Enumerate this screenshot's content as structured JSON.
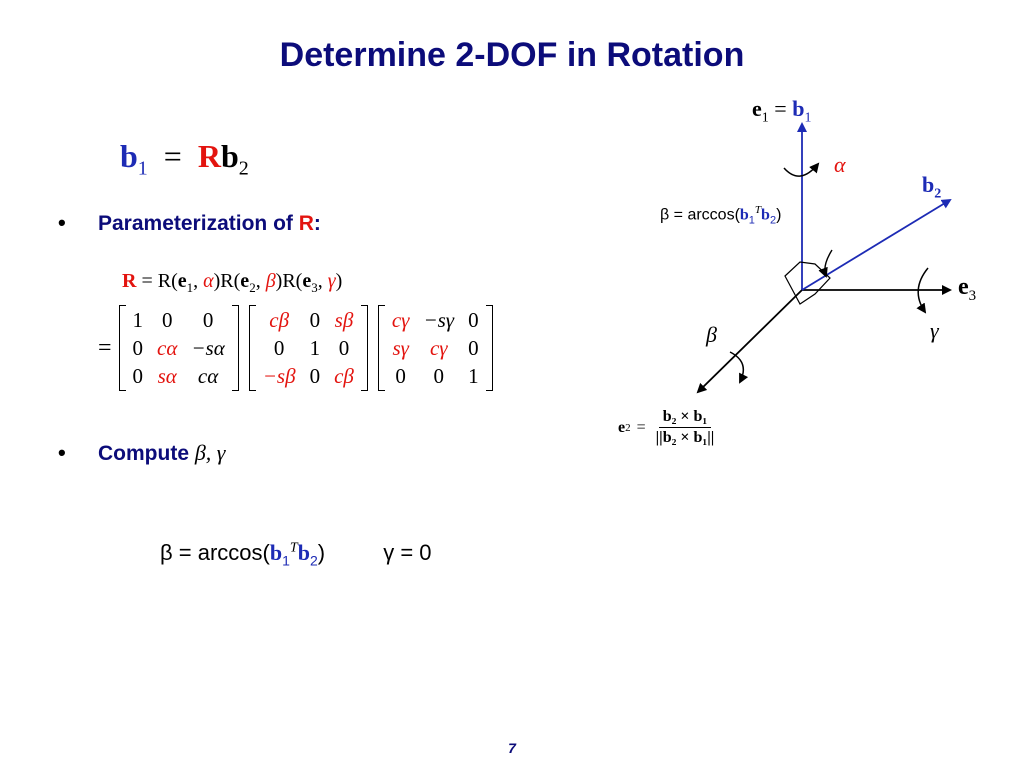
{
  "title": "Determine 2-DOF in Rotation",
  "eq_main": {
    "b1": "b",
    "sub1": "1",
    "eq": "=",
    "R": "R",
    "b2": "b",
    "sub2": "2"
  },
  "bullets": [
    {
      "pre": "Parameterization of ",
      "highlight": "R",
      "post": ":"
    },
    {
      "pre": "Compute ",
      "math": "β, γ"
    }
  ],
  "r_equation": {
    "lhs": "R",
    "rhs_parts": [
      "R(",
      "e",
      "1",
      ", ",
      "α",
      ")R(",
      "e",
      "2",
      ", ",
      "β",
      ")R(",
      "e",
      "3",
      ", ",
      "γ",
      ")"
    ]
  },
  "matrices": [
    [
      [
        "1",
        "0",
        "0"
      ],
      [
        "0",
        "cα",
        "−sα"
      ],
      [
        "0",
        "sα",
        "cα"
      ]
    ],
    [
      [
        "cβ",
        "0",
        "sβ"
      ],
      [
        "0",
        "1",
        "0"
      ],
      [
        "−sβ",
        "0",
        "cβ"
      ]
    ],
    [
      [
        "cγ",
        "−sγ",
        "0"
      ],
      [
        "sγ",
        "cγ",
        "0"
      ],
      [
        "0",
        "0",
        "1"
      ]
    ]
  ],
  "result": {
    "beta_lhs": "β = arccos(",
    "b": "b",
    "sub1": "1",
    "sup": "T",
    "sub2": "2",
    "close": ")",
    "gamma": "γ = 0"
  },
  "diagram": {
    "e1_eq_b1": {
      "e": "e",
      "sub": "1",
      "eq": "=",
      "b": "b",
      "bsub": "1"
    },
    "alpha": "α",
    "b2": {
      "b": "b",
      "sub": "2"
    },
    "beta_arc": {
      "pre": "β = arccos(",
      "b": "b",
      "sub1": "1",
      "sup": "T",
      "sub2": "2",
      "close": ")"
    },
    "e3": {
      "e": "e",
      "sub": "3"
    },
    "gamma": "γ",
    "beta": "β",
    "e2_def": {
      "lhs": "e",
      "lhs_sub": "2",
      "eq": "=",
      "num": "b₂ × b₁",
      "den": "||b₂ × b₁||"
    }
  },
  "colors": {
    "title": "#0c0c7a",
    "vector_blue": "#1d2bb5",
    "highlight_red": "#e3140f"
  },
  "page_number": "7"
}
